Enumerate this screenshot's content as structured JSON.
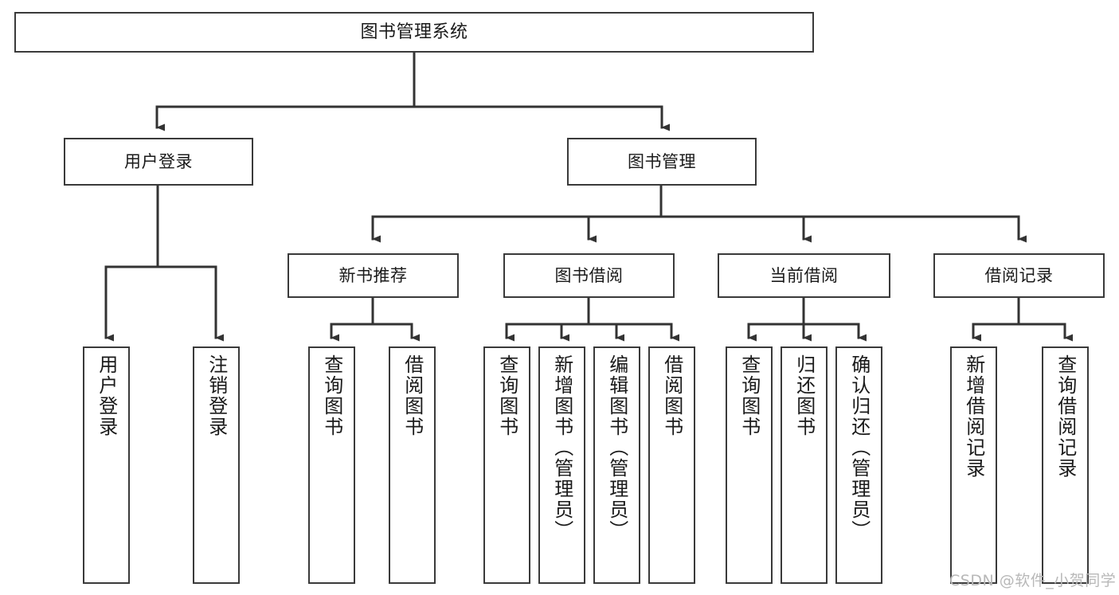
{
  "diagram": {
    "title": "图书管理系统",
    "type": "functional-structure-tree",
    "root": {
      "label": "图书管理系统"
    },
    "level1": [
      {
        "label": "用户登录"
      },
      {
        "label": "图书管理"
      }
    ],
    "level2": [
      {
        "label": "新书推荐"
      },
      {
        "label": "图书借阅"
      },
      {
        "label": "当前借阅"
      },
      {
        "label": "借阅记录"
      }
    ],
    "leaves": {
      "user_login": [
        {
          "label": "用户登录"
        },
        {
          "label": "注销登录"
        }
      ],
      "new_book_recommend": [
        {
          "label": "查询图书"
        },
        {
          "label": "借阅图书"
        }
      ],
      "book_borrow": [
        {
          "label": "查询图书"
        },
        {
          "label": "新增图书（管理员）"
        },
        {
          "label": "编辑图书（管理员）"
        },
        {
          "label": "借阅图书"
        }
      ],
      "current_borrow": [
        {
          "label": "查询图书"
        },
        {
          "label": "归还图书"
        },
        {
          "label": "确认归还（管理员）"
        }
      ],
      "borrow_record": [
        {
          "label": "新增借阅记录"
        },
        {
          "label": "查询借阅记录"
        }
      ]
    }
  },
  "watermark": {
    "text": "CSDN @软件_小贺同学"
  },
  "colors": {
    "box_border": "#3a3a3a",
    "line": "#333333",
    "text": "#1a1a1a",
    "background": "#ffffff",
    "watermark": "#b8b8b8"
  }
}
